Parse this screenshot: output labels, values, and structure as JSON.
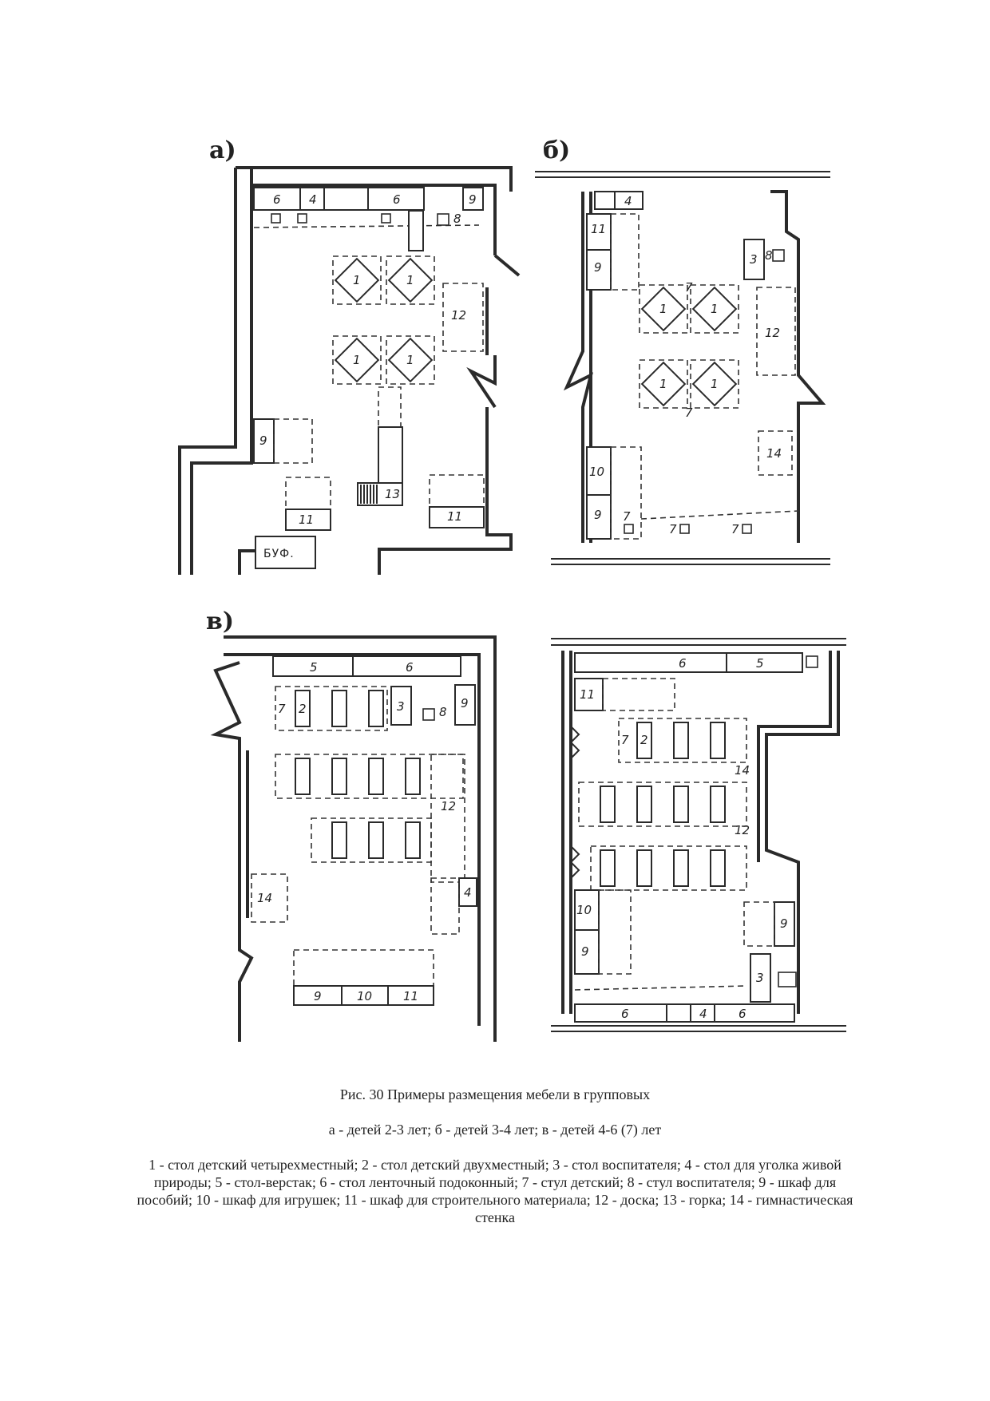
{
  "panels": {
    "a": {
      "letter": "а)",
      "buffet": "БУФ."
    },
    "b": {
      "letter": "б)"
    },
    "c": {
      "letter": "в)"
    },
    "d": {
      "letter": ""
    }
  },
  "caption": {
    "title": "Рис. 30 Примеры размещения мебели в групповых",
    "subtitle": "а - детей 2-3 лет; б - детей 3-4 лет; в - детей 4-6 (7) лет",
    "legend": "1  - стол детский четырехместный; 2 - стол детский двухместный; 3 - стол воспитателя; 4 - стол для уголка живой природы; 5 - стол-верстак; 6 - стол ленточный подоконный; 7 - стул детский; 8 - стул воспитателя; 9 - шкаф для пособий; 10 - шкаф для игрушек; 11 - шкаф для строительного материала; 12 - доска; 13 - горка; 14 - гимнастическая стенка"
  }
}
